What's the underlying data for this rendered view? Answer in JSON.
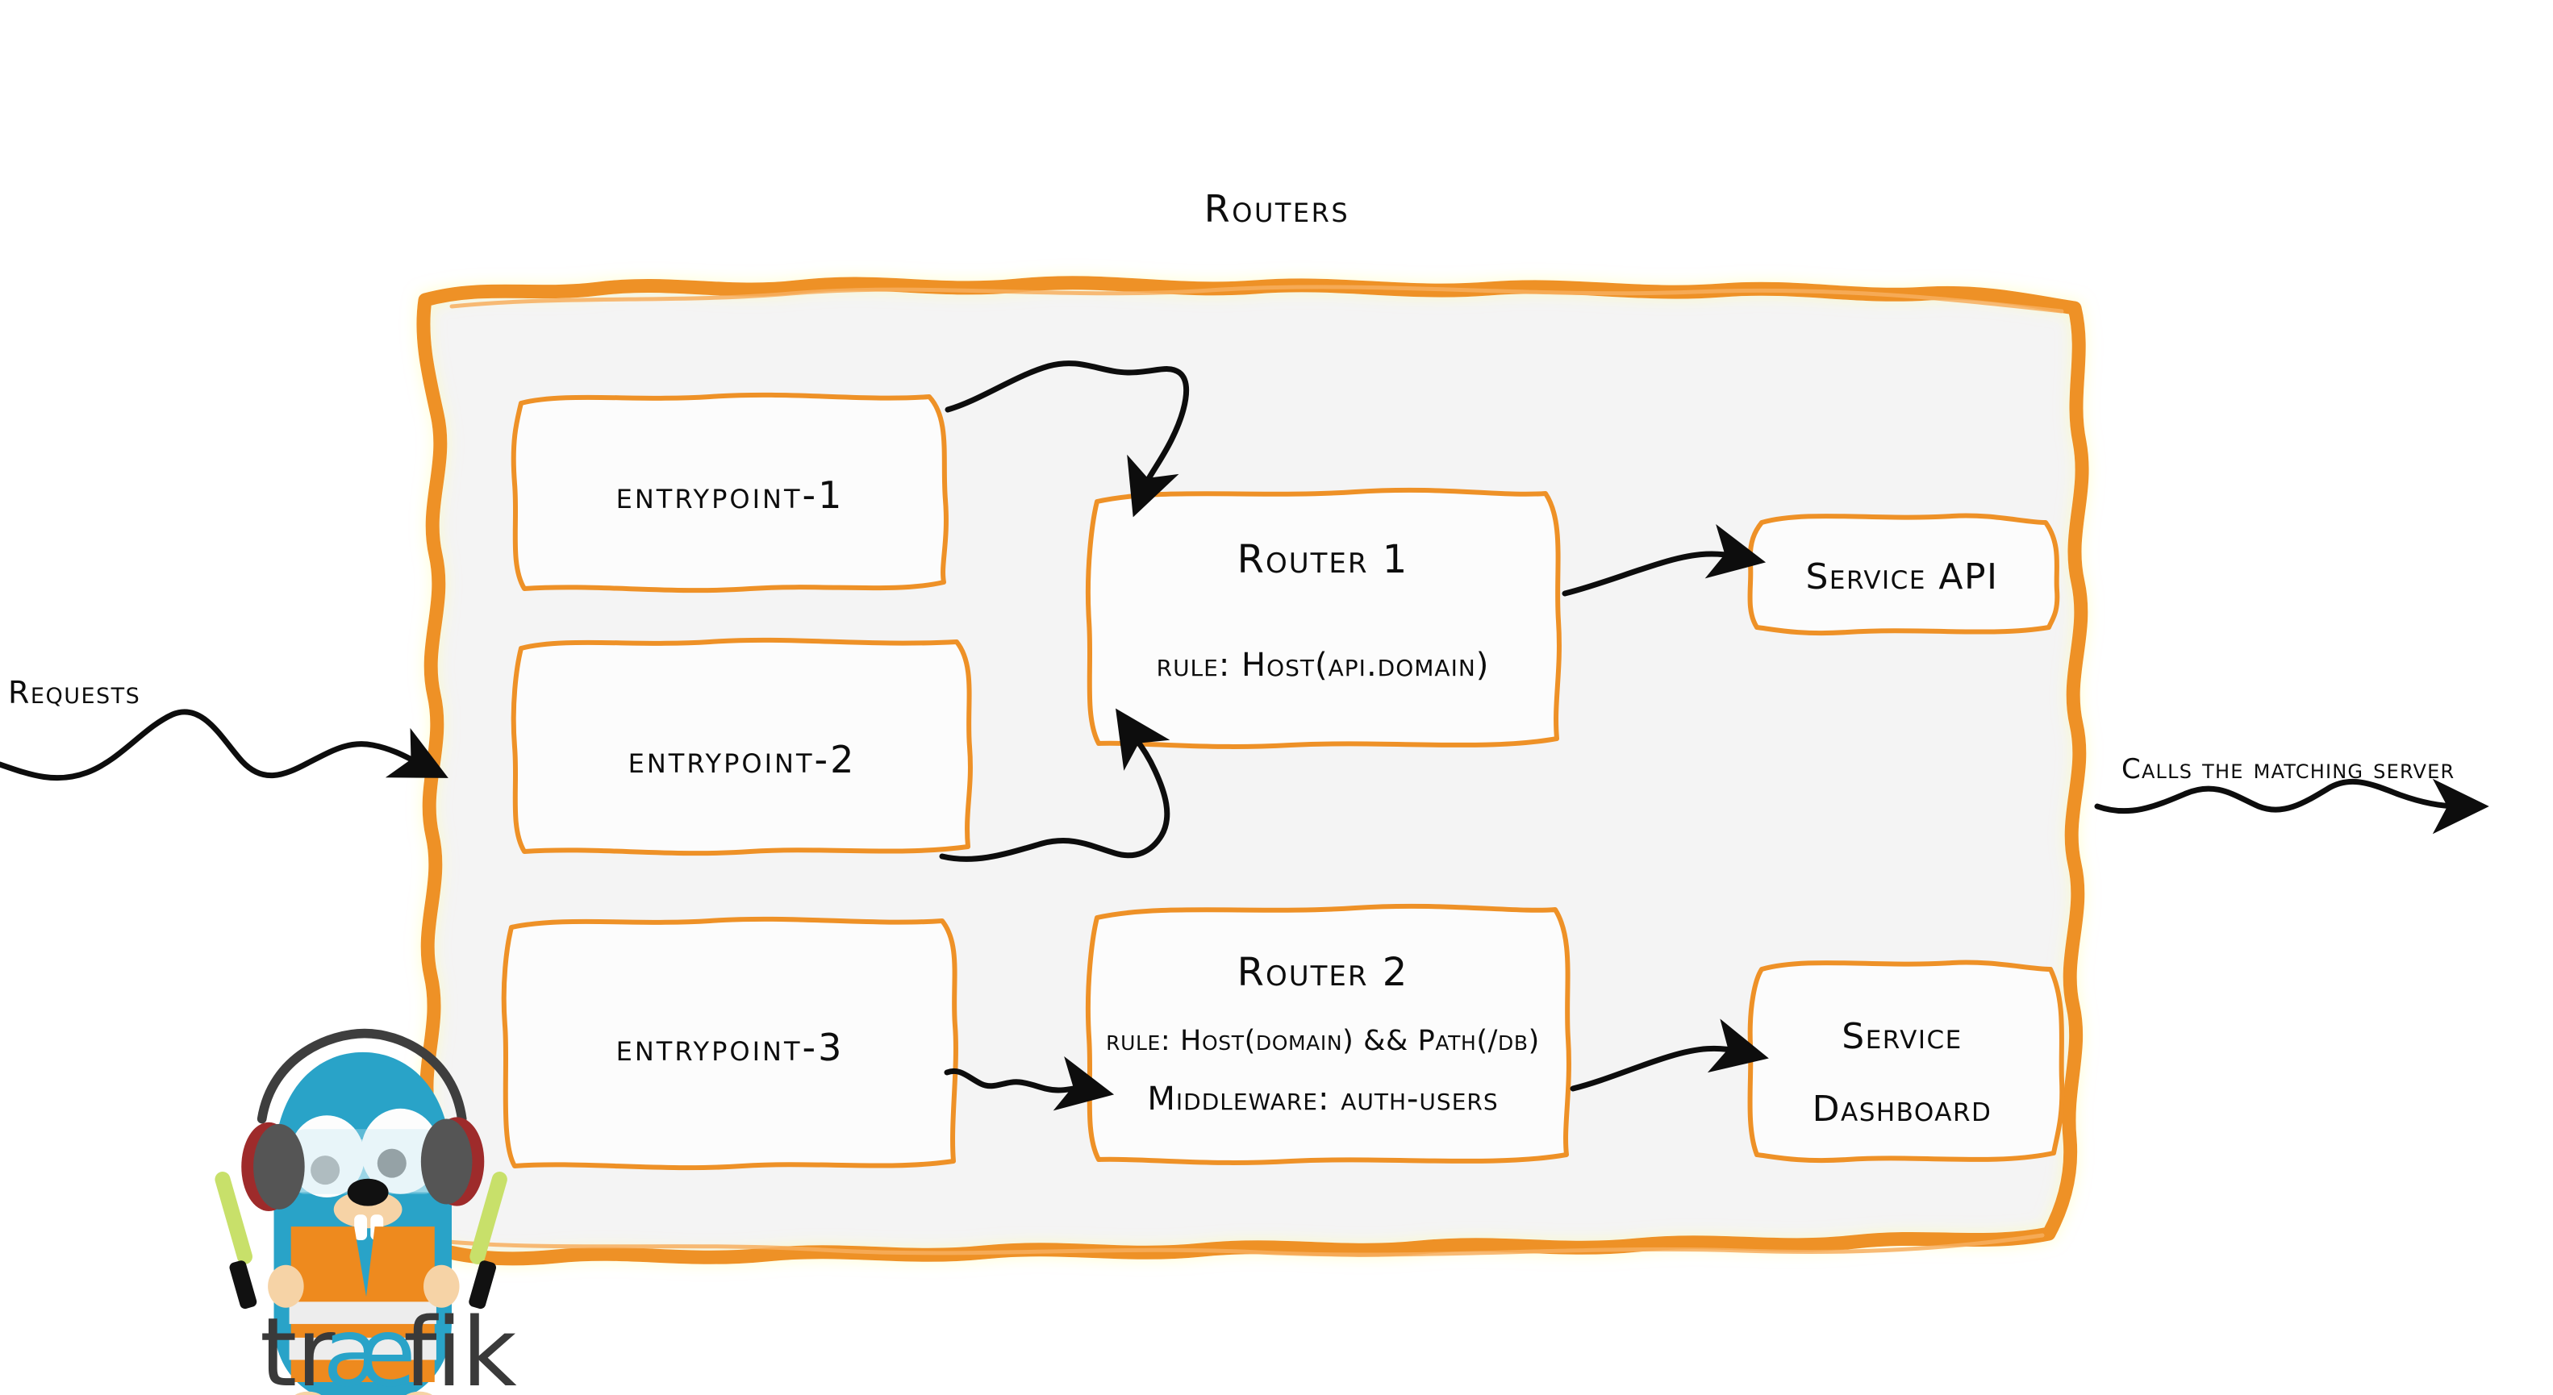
{
  "diagram": {
    "title": "Routers",
    "brand_orange": "#EE9127",
    "panel_fill": "#F4F4F4",
    "ink": "#111111",
    "logo_blue": "#29A3C8"
  },
  "left": {
    "requests_label": "Requests"
  },
  "right": {
    "calls_label": "Calls the matching server"
  },
  "entrypoints": [
    {
      "label": "entrypoint-1"
    },
    {
      "label": "entrypoint-2"
    },
    {
      "label": "entrypoint-3"
    }
  ],
  "routers": [
    {
      "name": "Router 1",
      "lines": [
        "rule: Host(api.domain)"
      ]
    },
    {
      "name": "Router 2",
      "lines": [
        "rule: Host(domain) && Path(/db)",
        "Middleware: auth-users"
      ]
    }
  ],
  "services": [
    {
      "lines": [
        "Service API"
      ]
    },
    {
      "lines": [
        "Service",
        "Dashboard"
      ]
    }
  ],
  "logo": {
    "wordmark_part1": "tr",
    "wordmark_part2": "æ",
    "wordmark_part3": "fik",
    "icon_name": "traefik-gopher-mascot"
  },
  "icons": {
    "arrow_requests": "wavy-arrow-right",
    "arrow_ep1_router1": "curved-arrow-down",
    "arrow_ep2_router1": "curved-arrow-up",
    "arrow_ep3_router2": "squiggle-arrow-right",
    "arrow_router1_svc": "arrow-right",
    "arrow_router2_svc": "arrow-right",
    "arrow_calls": "wavy-arrow-right"
  }
}
